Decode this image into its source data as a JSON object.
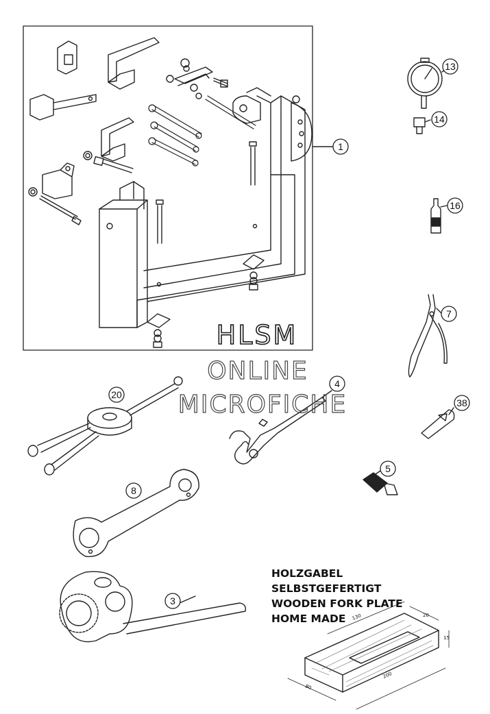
{
  "callouts": {
    "c1": "1",
    "c3": "3",
    "c4": "4",
    "c5": "5",
    "c7": "7",
    "c8": "8",
    "c13": "13",
    "c14": "14",
    "c16": "16",
    "c20": "20",
    "c38": "38"
  },
  "watermark": {
    "line1": "HLSM",
    "line2": "ONLINE",
    "line3": "MICROFICHE"
  },
  "note": {
    "line1": "HOLZGABEL",
    "line2": "SELBSTGEFERTIGT",
    "line3": "WOODEN FORK PLATE",
    "line4": "HOME MADE"
  },
  "dimensions": {
    "d130": "130",
    "d20": "20",
    "d15": "15",
    "d200": "200",
    "d80": "80"
  }
}
